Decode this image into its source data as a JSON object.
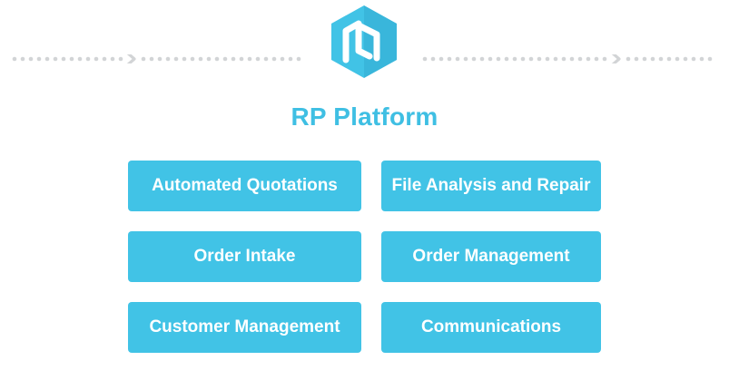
{
  "diagram": {
    "title": "RP Platform",
    "modules": [
      "Automated Quotations",
      "File Analysis and Repair",
      "Order Intake",
      "Order Management",
      "Customer Management",
      "Communications"
    ],
    "colors": {
      "accent": "#41c3e6",
      "logo_dark": "#2a9ec6",
      "connector": "#d2d4d6"
    },
    "icons": {
      "logo": "rp-platform-logo-icon",
      "arrow": "chevron-right-arrow-icon"
    }
  }
}
